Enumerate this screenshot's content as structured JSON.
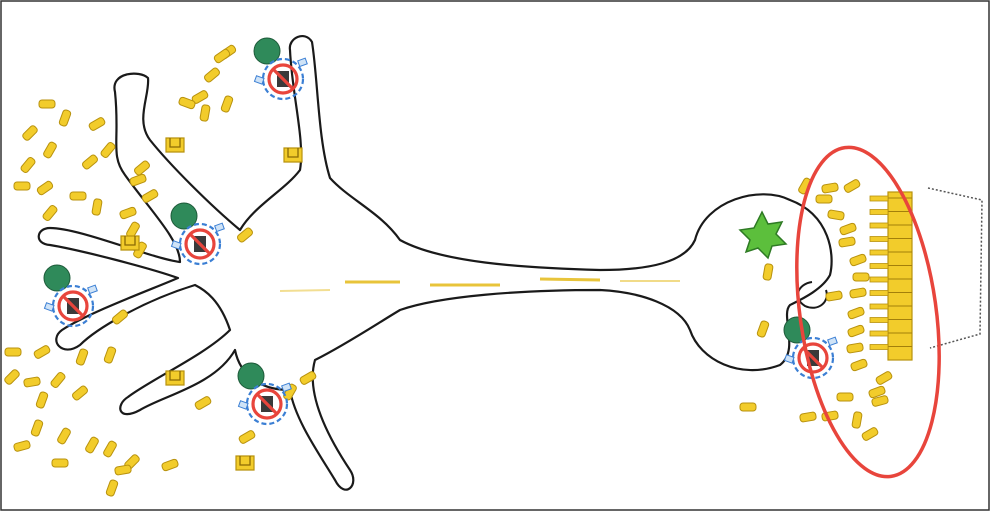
{
  "diagram": {
    "colors": {
      "outline": "#1a1a1a",
      "vesicle": "#f2cc2b",
      "vesicle_stroke": "#b8920e",
      "receptor": "#f2cc2b",
      "green_body": "#2f8a5a",
      "blue_ring": "#3b7fd4",
      "prohibit": "#e8453c",
      "highlight": "#e8453c",
      "green_star": "#5cbf3c",
      "flow": "#e8c43a"
    },
    "icons": [
      "vesicle",
      "receptor-block",
      "blocked-transporter",
      "neurotransmitter-star",
      "flow-arrow"
    ]
  }
}
